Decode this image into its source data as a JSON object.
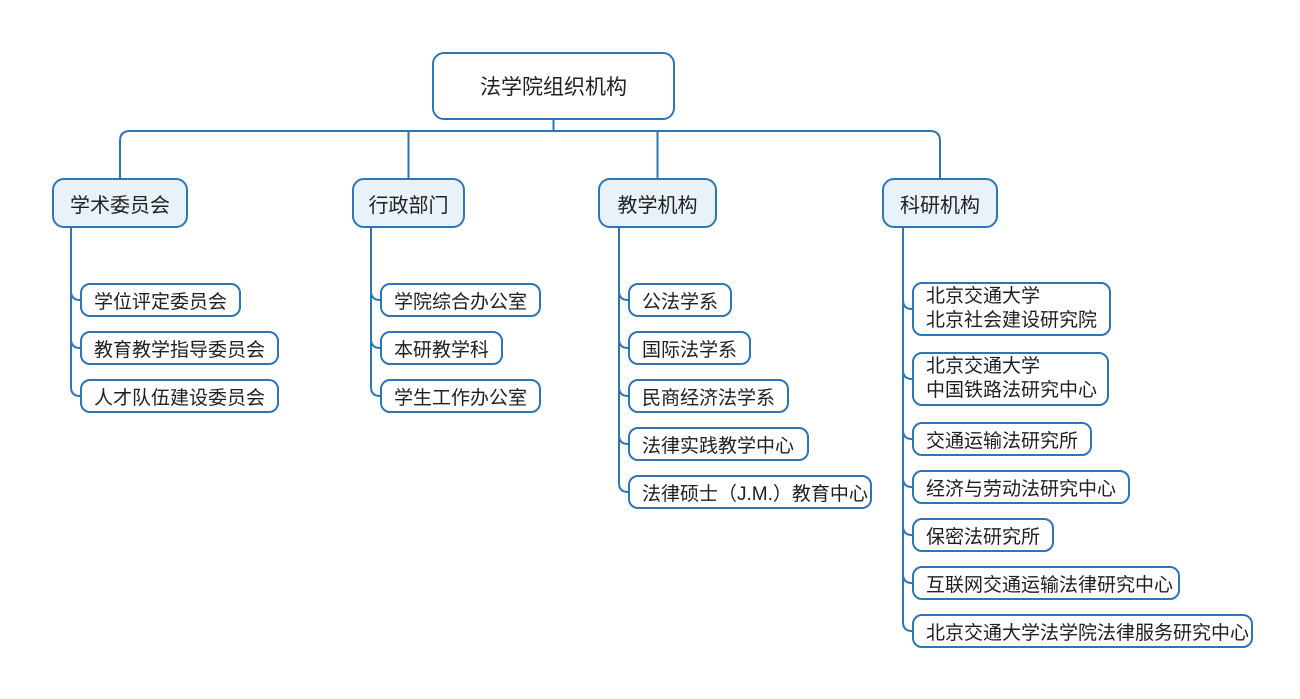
{
  "diagram": {
    "title": "法学院组织机构",
    "root": {
      "label": "法学院组织机构"
    },
    "branches": [
      {
        "label": "学术委员会",
        "children": [
          {
            "lines": [
              "学位评定委员会"
            ]
          },
          {
            "lines": [
              "教育教学指导委员会"
            ]
          },
          {
            "lines": [
              "人才队伍建设委员会"
            ]
          }
        ]
      },
      {
        "label": "行政部门",
        "children": [
          {
            "lines": [
              "学院综合办公室"
            ]
          },
          {
            "lines": [
              "本研教学科"
            ]
          },
          {
            "lines": [
              "学生工作办公室"
            ]
          }
        ]
      },
      {
        "label": "教学机构",
        "children": [
          {
            "lines": [
              "公法学系"
            ]
          },
          {
            "lines": [
              "国际法学系"
            ]
          },
          {
            "lines": [
              "民商经济法学系"
            ]
          },
          {
            "lines": [
              "法律实践教学中心"
            ]
          },
          {
            "lines": [
              "法律硕士（J.M.）教育中心"
            ]
          }
        ]
      },
      {
        "label": "科研机构",
        "children": [
          {
            "lines": [
              "北京交通大学",
              "北京社会建设研究院"
            ]
          },
          {
            "lines": [
              "北京交通大学",
              "中国铁路法研究中心"
            ]
          },
          {
            "lines": [
              "交通运输法研究所"
            ]
          },
          {
            "lines": [
              "经济与劳动法研究中心"
            ]
          },
          {
            "lines": [
              "保密法研究所"
            ]
          },
          {
            "lines": [
              "互联网交通运输法律研究中心"
            ]
          },
          {
            "lines": [
              "北京交通大学法学院法律服务研究中心"
            ]
          }
        ]
      }
    ]
  },
  "colors": {
    "line": "#2E75B6",
    "branch_fill": "#E9F1F9",
    "node_fill": "#FFFFFF",
    "text": "#1F1F1F",
    "background": "#FFFFFF"
  }
}
